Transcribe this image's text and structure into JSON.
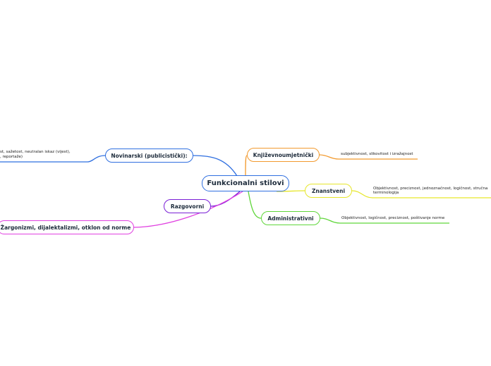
{
  "central": "Funkcionalni stilovi",
  "branches": {
    "novinarski": {
      "label": "Novinarski (publicistički):",
      "color": "#2f6fe0"
    },
    "knjizevno": {
      "label": "Književnoumjetnički",
      "color": "#f29a2e"
    },
    "znanstveni": {
      "label": "Znanstveni",
      "color": "#e6e62a"
    },
    "administrativni": {
      "label": "Administrativni",
      "color": "#5fd63a"
    },
    "razgovorni": {
      "label": "Razgovorni",
      "color": "#7a1fd6"
    },
    "zargonizmi": {
      "label": "Žargonizmi, dijalektalizmi, otklon od norme",
      "color": "#e040e0"
    }
  },
  "leaves": {
    "novinarski_1": "st, sažetost, neutralan iskaz (vijest),",
    "novinarski_2": ", reportaže)",
    "knjizevno": "subjektivnost, slikovitost i izražajnost",
    "znanstveni_1": "Objektivnost, preciznost, jednoznačnost, logičnost, stručna",
    "znanstveni_2": "terminologija",
    "administrativni": "Objektivnost, logičnost, preciznost, poštivanje norme"
  }
}
